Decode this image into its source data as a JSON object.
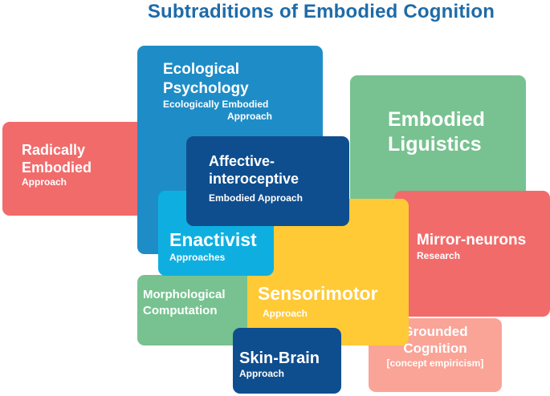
{
  "title": "Subtraditions of Embodied Cognition",
  "tiles": {
    "radically_embodied": {
      "line1": "Radically",
      "line2": "Embodied",
      "sub": "Approach",
      "color": "#F26B6B"
    },
    "ecological": {
      "line1": "Ecological",
      "line2": "Psychology",
      "sub1": "Ecologically Embodied",
      "sub2": "Approach",
      "color": "#1E8DC7"
    },
    "embodied_linguistics": {
      "line1": "Embodied",
      "line2": "Liguistics",
      "color": "#77C290"
    },
    "mirror_neurons": {
      "line1": "Mirror-neurons",
      "sub": "Research",
      "color": "#F26B6B"
    },
    "grounded_cognition": {
      "line1": "Grounded",
      "line2": "Cognition",
      "sub": "[concept empiricism]",
      "color": "#F9A497"
    },
    "morphological": {
      "line1": "Morphological",
      "line2": "Computation",
      "color": "#77C290"
    },
    "sensorimotor": {
      "line1": "Sensorimotor",
      "sub": "Approach",
      "color": "#FFCA36"
    },
    "enactivist": {
      "line1": "Enactivist",
      "sub": "Approaches",
      "color": "#0EAFE0"
    },
    "affective": {
      "line1": "Affective-",
      "line2": "interoceptive",
      "sub": "Embodied Approach",
      "color": "#0E4E8F"
    },
    "skin_brain": {
      "line1": "Skin-Brain",
      "sub": "Approach",
      "color": "#0E4E8F"
    }
  }
}
